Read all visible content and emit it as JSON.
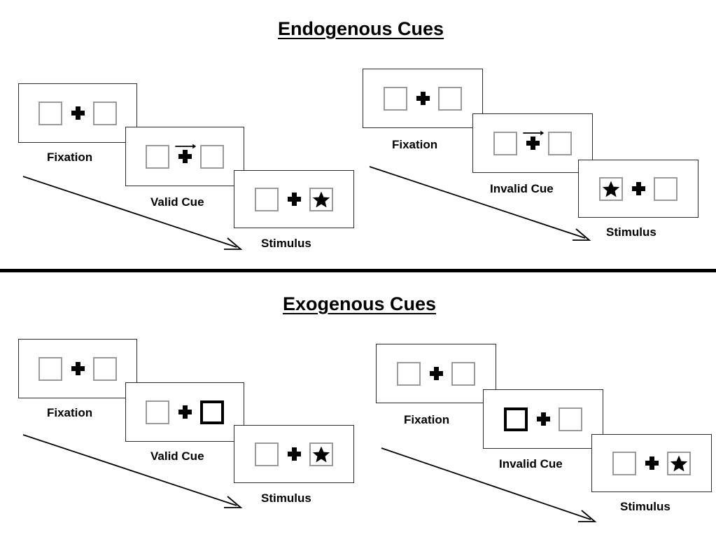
{
  "figure": {
    "title_endogenous": "Endogenous Cues",
    "title_exogenous": "Exogenous Cues",
    "colors": {
      "frame_stroke": "#2b2b2b",
      "box_stroke": "#9a9a9a",
      "cued_box_stroke": "#000000",
      "symbol_fill": "#000000",
      "divider": "#000000",
      "background": "#ffffff"
    }
  },
  "sections": [
    {
      "id": "endogenous",
      "title": "Endogenous Cues",
      "sequences": [
        {
          "id": "endogenous-valid",
          "panels": [
            {
              "caption": "Fixation",
              "left_box": "empty",
              "right_box": "empty",
              "cue": "none",
              "arrow_direction": ""
            },
            {
              "caption": "Valid Cue",
              "left_box": "empty",
              "right_box": "empty",
              "cue": "central-arrow",
              "arrow_direction": "right"
            },
            {
              "caption": "Stimulus",
              "left_box": "empty",
              "right_box": "star",
              "cue": "none",
              "arrow_direction": ""
            }
          ]
        },
        {
          "id": "endogenous-invalid",
          "panels": [
            {
              "caption": "Fixation",
              "left_box": "empty",
              "right_box": "empty",
              "cue": "none",
              "arrow_direction": ""
            },
            {
              "caption": "Invalid Cue",
              "left_box": "empty",
              "right_box": "empty",
              "cue": "central-arrow",
              "arrow_direction": "right"
            },
            {
              "caption": "Stimulus",
              "left_box": "star",
              "right_box": "empty",
              "cue": "none",
              "arrow_direction": ""
            }
          ]
        }
      ]
    },
    {
      "id": "exogenous",
      "title": "Exogenous Cues",
      "sequences": [
        {
          "id": "exogenous-valid",
          "panels": [
            {
              "caption": "Fixation",
              "left_box": "empty",
              "right_box": "empty",
              "cue": "none",
              "arrow_direction": ""
            },
            {
              "caption": "Valid Cue",
              "left_box": "empty",
              "right_box": "cued",
              "cue": "peripheral-box",
              "arrow_direction": ""
            },
            {
              "caption": "Stimulus",
              "left_box": "empty",
              "right_box": "star",
              "cue": "none",
              "arrow_direction": ""
            }
          ]
        },
        {
          "id": "exogenous-invalid",
          "panels": [
            {
              "caption": "Fixation",
              "left_box": "empty",
              "right_box": "empty",
              "cue": "none",
              "arrow_direction": ""
            },
            {
              "caption": "Invalid Cue",
              "left_box": "cued",
              "right_box": "empty",
              "cue": "peripheral-box",
              "arrow_direction": ""
            },
            {
              "caption": "Stimulus",
              "left_box": "empty",
              "right_box": "star",
              "cue": "none",
              "arrow_direction": ""
            }
          ]
        }
      ]
    }
  ],
  "labels": {
    "fixation": "Fixation",
    "valid_cue": "Valid Cue",
    "invalid_cue": "Invalid Cue",
    "stimulus": "Stimulus"
  },
  "flow_arrows": [
    {
      "id": "endogenous-valid-flow",
      "meaning": "time-progression"
    },
    {
      "id": "endogenous-invalid-flow",
      "meaning": "time-progression"
    },
    {
      "id": "exogenous-valid-flow",
      "meaning": "time-progression"
    },
    {
      "id": "exogenous-invalid-flow",
      "meaning": "time-progression"
    }
  ]
}
